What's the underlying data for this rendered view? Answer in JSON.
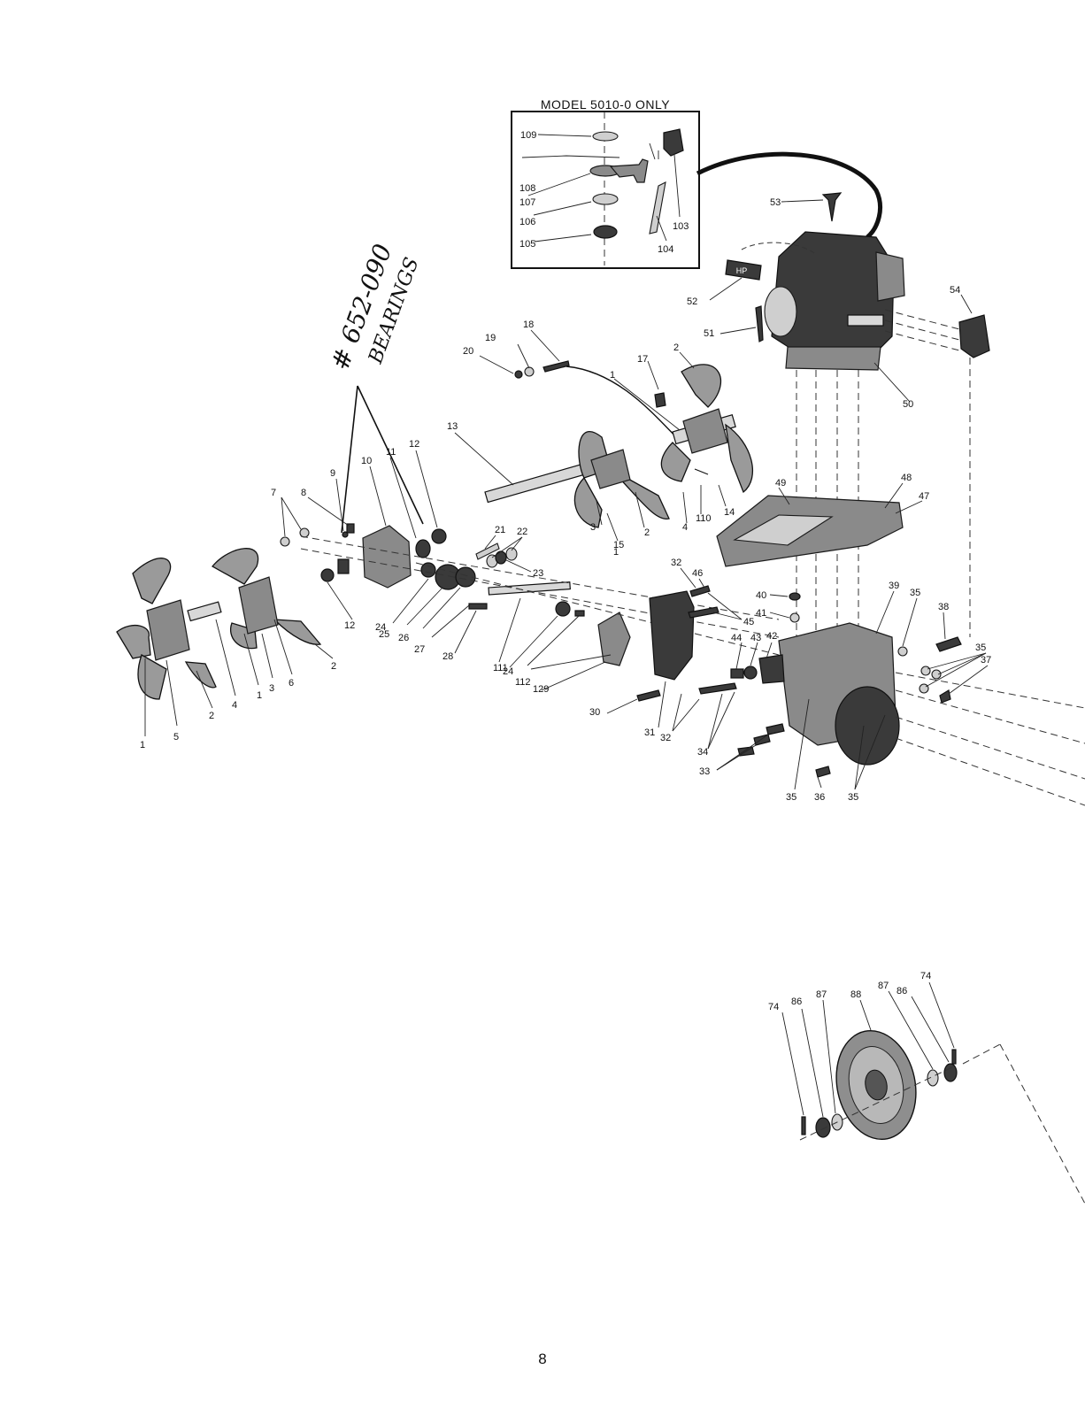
{
  "inset": {
    "title": "MODEL 5010-0 ONLY"
  },
  "annotation": {
    "line1": "# 652-090",
    "line2": "BEARINGS"
  },
  "page_number": "8",
  "engine_badge": "HP",
  "callouts": {
    "c109": "109",
    "c108": "108",
    "c107": "107",
    "c106": "106",
    "c105": "105",
    "c103": "103",
    "c104": "104",
    "c53": "53",
    "c52": "52",
    "c51": "51",
    "c54": "54",
    "c50": "50",
    "c18": "18",
    "c19": "19",
    "c20": "20",
    "c17": "17",
    "c2a": "2",
    "c1a": "1",
    "c13": "13",
    "c12a": "12",
    "c11": "11",
    "c10": "10",
    "c9": "9",
    "c8": "8",
    "c7": "7",
    "c3a": "3",
    "c15": "15",
    "c2b": "2",
    "c4a": "4",
    "c14": "14",
    "c110": "110",
    "c1b": "1",
    "c49": "49",
    "c48": "48",
    "c47": "47",
    "c21": "21",
    "c22": "22",
    "c23": "23",
    "c12b": "12",
    "c24a": "24",
    "c25": "25",
    "c26": "26",
    "c27": "27",
    "c28": "28",
    "c111": "111",
    "c24b": "24",
    "c112": "112",
    "c129": "129",
    "c32a": "32",
    "c46": "46",
    "c45": "45",
    "c44": "44",
    "c43": "43",
    "c42": "42",
    "c40": "40",
    "c41": "41",
    "c39": "39",
    "c35a": "35",
    "c38": "38",
    "c35b": "35",
    "c37": "37",
    "c30": "30",
    "c31": "31",
    "c32b": "32",
    "c34": "34",
    "c33": "33",
    "c35c": "35",
    "c36": "36",
    "c35d": "35",
    "c1c": "1",
    "c5": "5",
    "c2c": "2",
    "c4b": "4",
    "c1d": "1",
    "c3b": "3",
    "c6": "6",
    "c2d": "2",
    "c74a": "74",
    "c86a": "86",
    "c87a": "87",
    "c88": "88",
    "c87b": "87",
    "c86b": "86",
    "c74b": "74"
  }
}
